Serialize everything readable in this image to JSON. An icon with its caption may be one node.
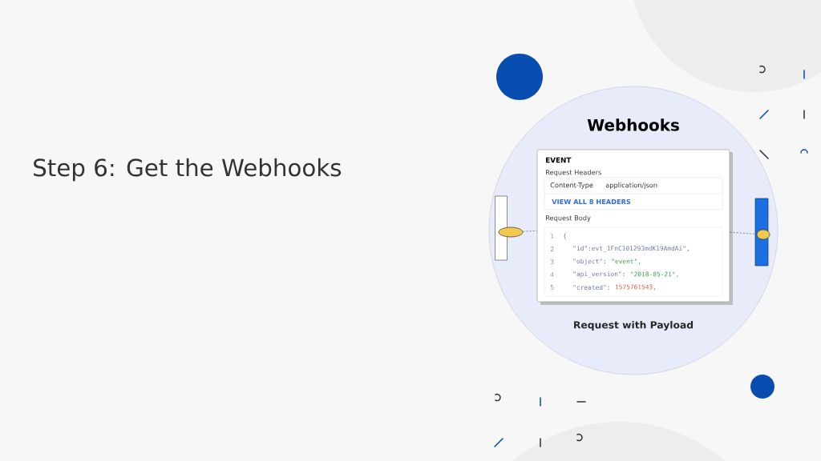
{
  "diagram": {
    "title": "Step 6: Get the Webhooks",
    "nodes": [
      {
        "text": [
          "Webhooks",
          "Request with Payload"
        ]
      },
      {
        "text": [],
        "shape": "box",
        "in": 0
      },
      {
        "text": [],
        "shape": "ellipse",
        "in": 0
      },
      {
        "text": [
          "EVENT",
          "Request Headers",
          "Request Body"
        ],
        "in": 0
      },
      {
        "text": [
          "Content-Type",
          "application/json",
          "VIEW ALL 8 HEADERS"
        ],
        "in": 3
      },
      {
        "text": [
          "1",
          "{",
          "2",
          "\"id\":evt_1FnC101293mdK19AmdAi\",",
          "3",
          "\"object\":",
          "\"event\",",
          "4",
          "\"api_version\":",
          "\"2018-05-21\",",
          "5",
          "\"created\":",
          "1575761543,"
        ],
        "in": 3
      },
      {
        "text": [],
        "shape": "box",
        "in": 0
      },
      {
        "text": [],
        "shape": "ellipse",
        "in": 6
      }
    ],
    "edges": [
      {
        "from": 2,
        "to": 3,
        "arrow": "none",
        "style": "dashed"
      },
      {
        "from": 3,
        "to": 7,
        "arrow": "none",
        "style": "dashed"
      }
    ]
  }
}
